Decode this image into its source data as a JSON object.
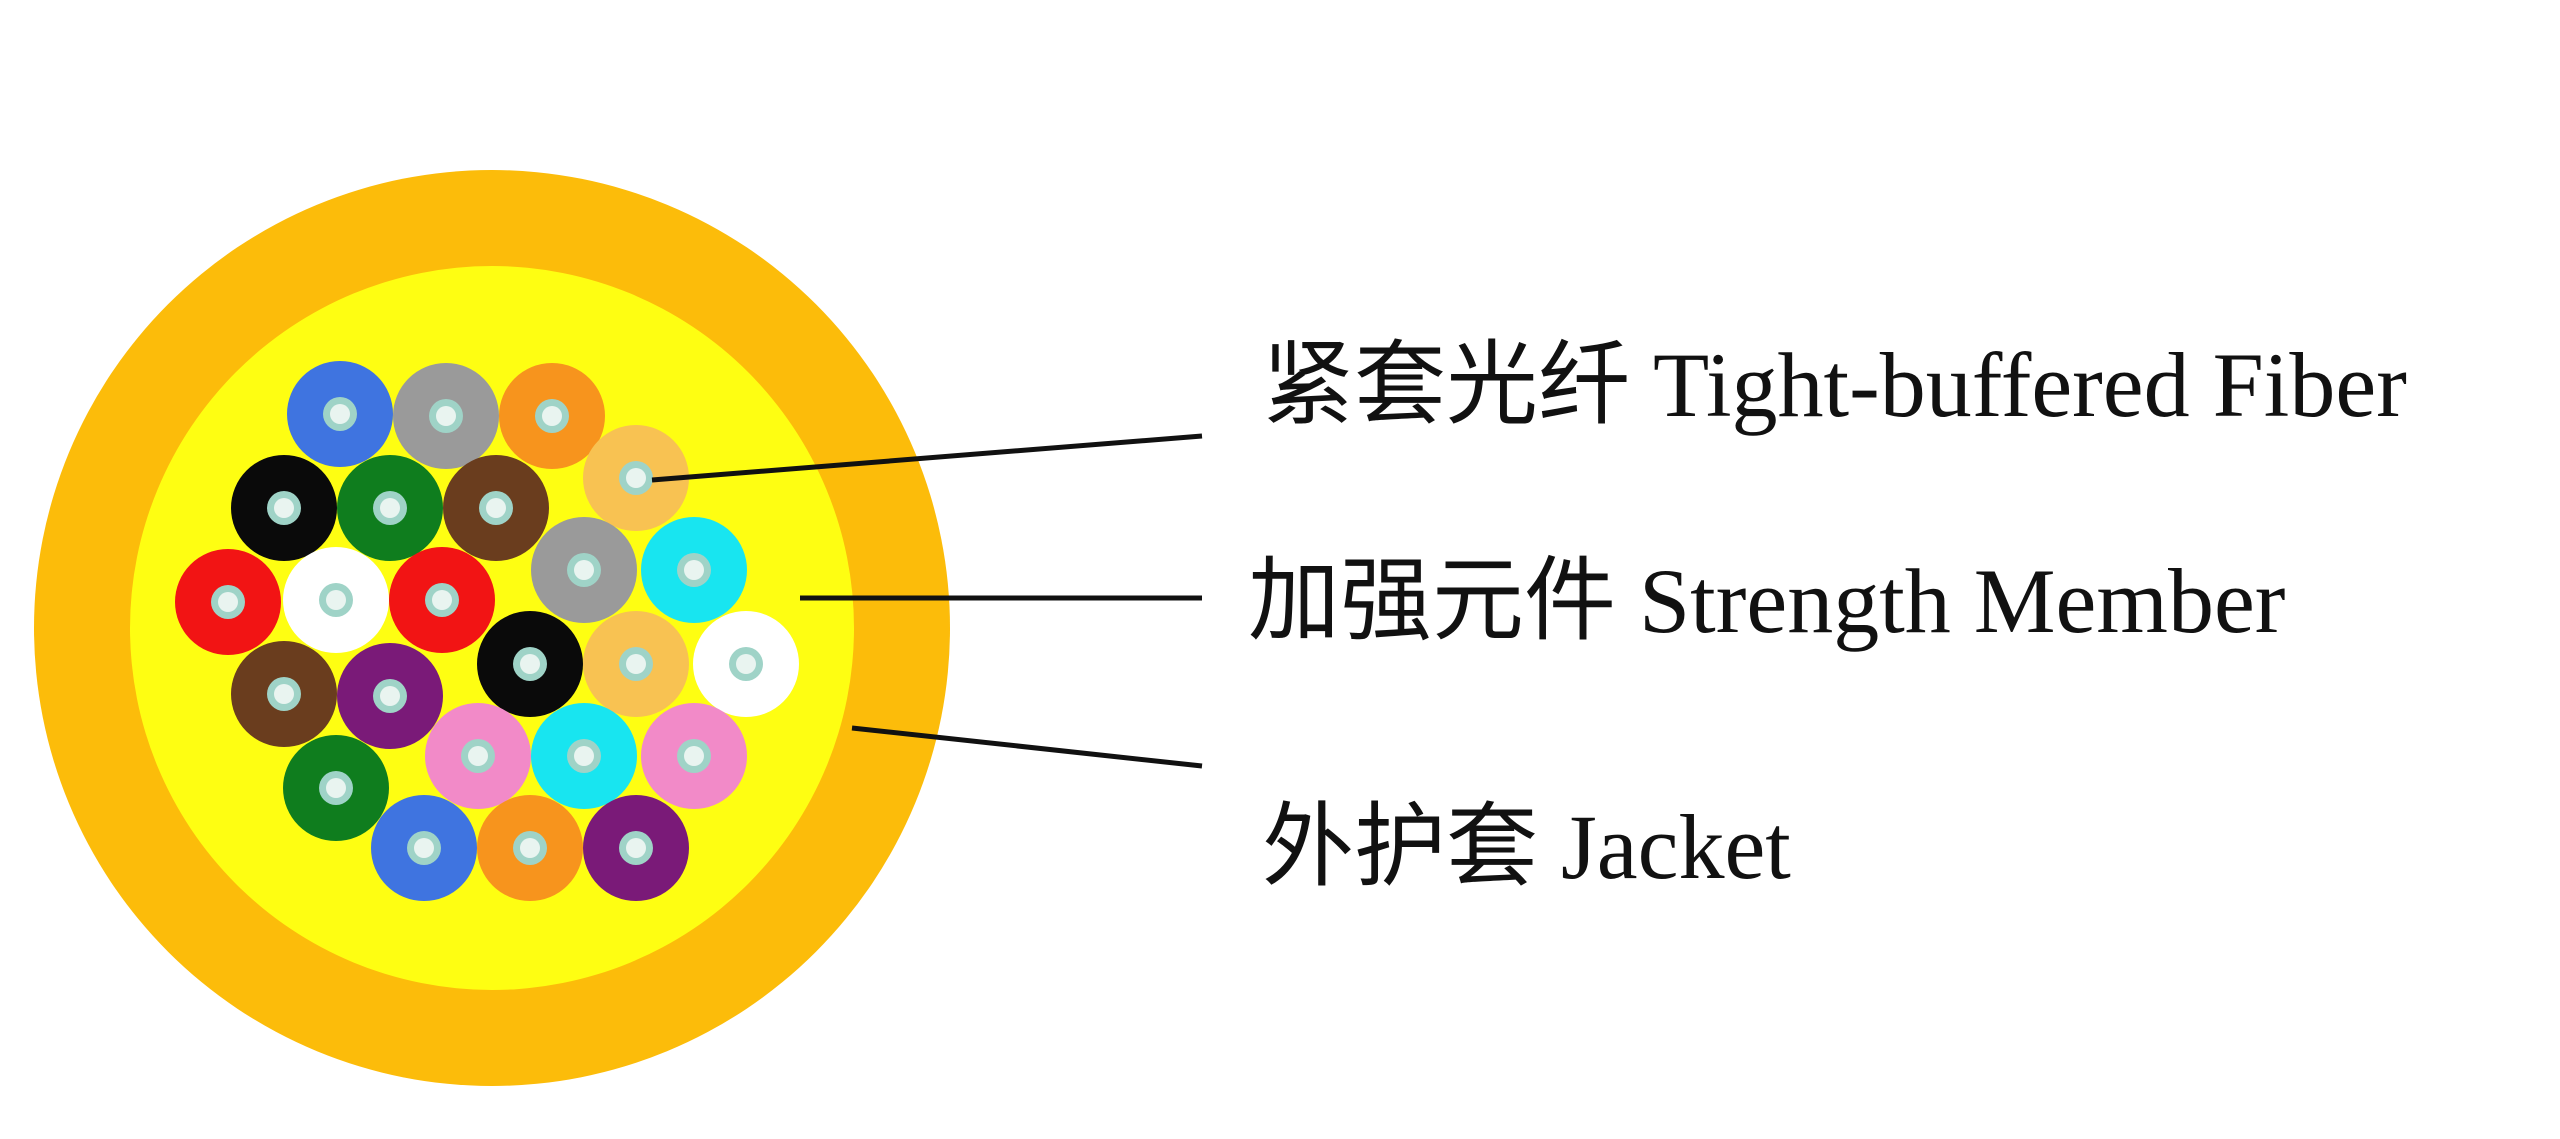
{
  "labels": {
    "fiber": "紧套光纤 Tight-buffered Fiber",
    "strength": "加强元件  Strength Member",
    "jacket": "外护套  Jacket"
  },
  "colors": {
    "jacket": "#fcbc0a",
    "strength_member": "#fefe12",
    "leader_line": "#111111",
    "fiber_core_ring": "#9fd3c7",
    "fiber_core": "#e9f4f0"
  },
  "fibers": [
    {
      "color": "blue",
      "fill": "#3f74e0"
    },
    {
      "color": "gray",
      "fill": "#9a9a9a"
    },
    {
      "color": "orange",
      "fill": "#f7941d"
    },
    {
      "color": "light-orange",
      "fill": "#f8c252"
    },
    {
      "color": "black",
      "fill": "#0a0a0a"
    },
    {
      "color": "green",
      "fill": "#0f7d1e"
    },
    {
      "color": "brown",
      "fill": "#6a3d1e"
    },
    {
      "color": "gray",
      "fill": "#9a9a9a"
    },
    {
      "color": "cyan",
      "fill": "#18e5f0"
    },
    {
      "color": "red",
      "fill": "#f21414"
    },
    {
      "color": "white",
      "fill": "#ffffff"
    },
    {
      "color": "red",
      "fill": "#f21414"
    },
    {
      "color": "brown",
      "fill": "#6a3d1e"
    },
    {
      "color": "violet",
      "fill": "#7a1a78"
    },
    {
      "color": "black",
      "fill": "#0a0a0a"
    },
    {
      "color": "light-orange",
      "fill": "#f8c252"
    },
    {
      "color": "white",
      "fill": "#ffffff"
    },
    {
      "color": "green",
      "fill": "#0f7d1e"
    },
    {
      "color": "pink",
      "fill": "#f28ac8"
    },
    {
      "color": "cyan",
      "fill": "#18e5f0"
    },
    {
      "color": "pink",
      "fill": "#f28ac8"
    },
    {
      "color": "blue",
      "fill": "#3f74e0"
    },
    {
      "color": "orange",
      "fill": "#f7941d"
    },
    {
      "color": "violet",
      "fill": "#7a1a78"
    }
  ]
}
